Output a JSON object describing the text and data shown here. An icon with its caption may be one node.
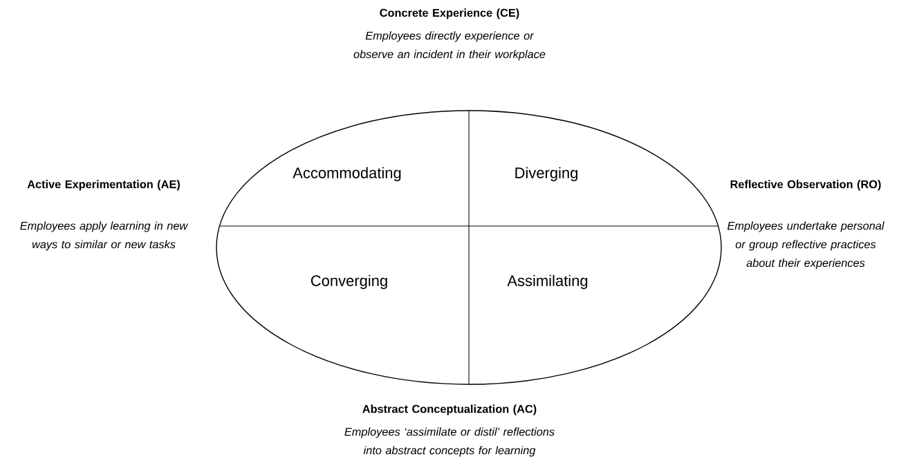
{
  "diagram": {
    "nodes": [
      {
        "text": [
          "Accommodating",
          "Diverging",
          "Converging",
          "Assimilating"
        ]
      }
    ],
    "labels": [
      "Concrete Experience (CE)",
      "Employees directly experience or observe an incident in their workplace",
      "Active Experimentation (AE)",
      "Employees apply learning in new ways to similar or new tasks",
      "Reflective Observation (RO)",
      "Employees undertake personal or group reflective practices about their experiences",
      "Abstract Conceptualization (AC)",
      "Employees ‘assimilate or distil’ reflections into abstract concepts for learning"
    ]
  }
}
